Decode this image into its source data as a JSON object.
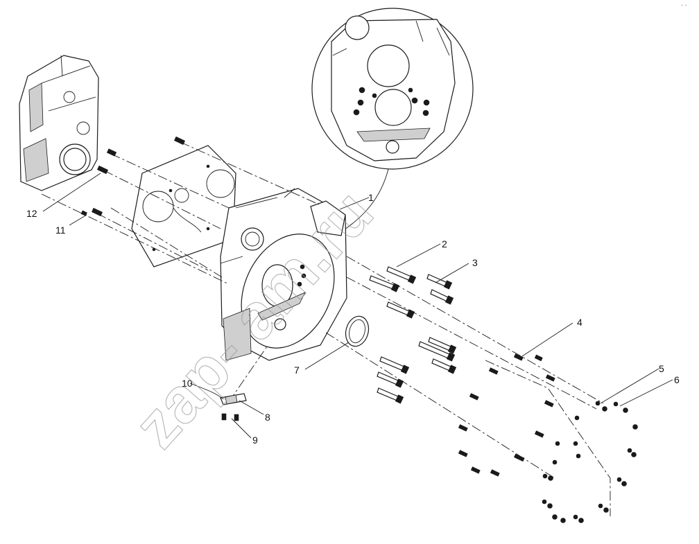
{
  "diagram": {
    "watermark": "zap-  am.ru",
    "corner_mark": "- -",
    "callouts": [
      {
        "id": "1",
        "label": "1"
      },
      {
        "id": "2",
        "label": "2"
      },
      {
        "id": "3",
        "label": "3"
      },
      {
        "id": "4",
        "label": "4"
      },
      {
        "id": "5",
        "label": "5"
      },
      {
        "id": "6",
        "label": "6"
      },
      {
        "id": "7",
        "label": "7"
      },
      {
        "id": "8",
        "label": "8"
      },
      {
        "id": "9",
        "label": "9"
      },
      {
        "id": "10",
        "label": "10"
      },
      {
        "id": "11",
        "label": "11"
      },
      {
        "id": "12",
        "label": "12"
      }
    ]
  }
}
